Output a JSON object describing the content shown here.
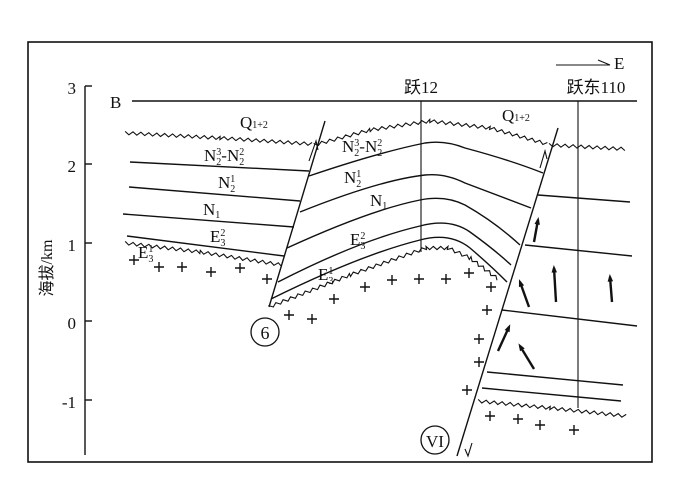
{
  "axis": {
    "label": "海拔/km",
    "ticks": [
      "3",
      "2",
      "1",
      "0",
      "-1"
    ]
  },
  "profile_label": "B",
  "direction": "E",
  "wells": [
    "跃12",
    "跃东110"
  ],
  "faults": [
    "6",
    "VI"
  ],
  "strata": {
    "q": "Q",
    "q_sub": "1+2",
    "n2_upper_a": "N",
    "n2_upper_sub": "2",
    "n2_upper_sup3": "3",
    "n2_upper_dash": "-N",
    "n2_upper_sup2": "2",
    "n2_1_sup": "1",
    "n1_sub": "1",
    "e": "E",
    "e3_sub": "3",
    "e3_2_sup": "2",
    "e3_1_sup": "1"
  }
}
